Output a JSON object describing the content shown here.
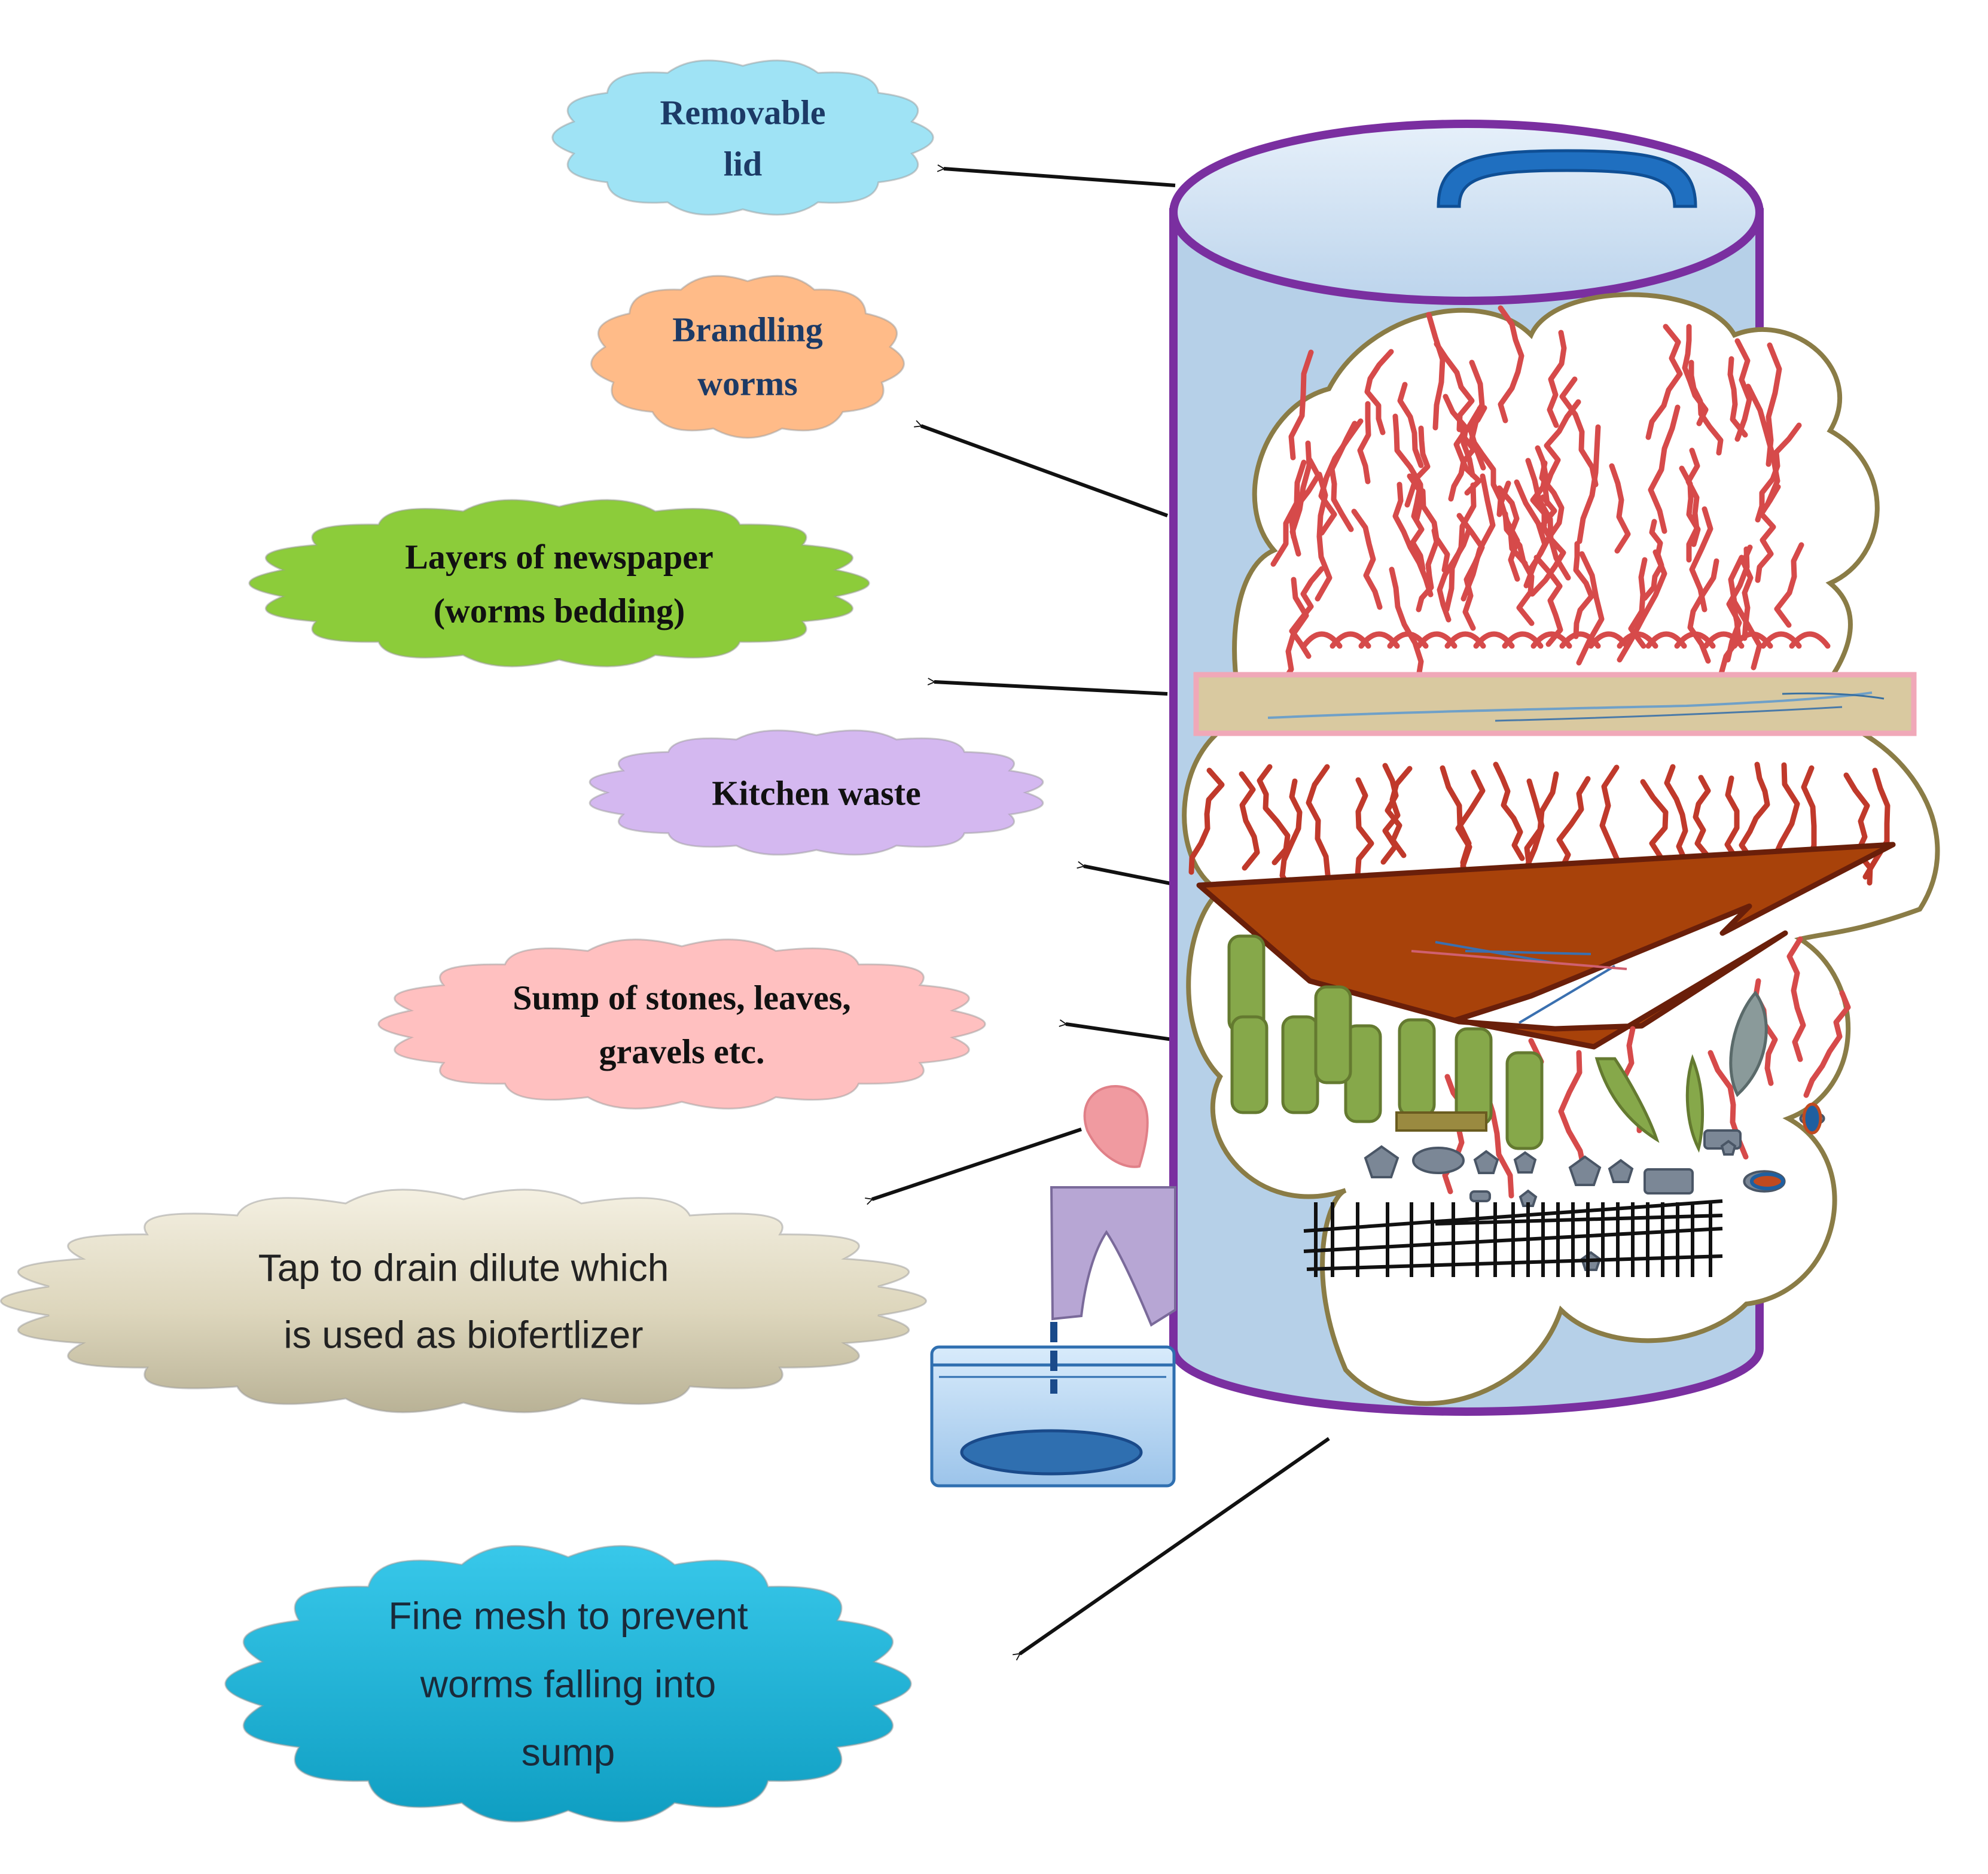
{
  "colors": {
    "bin_outline": "#7a2fa0",
    "bin_fill": "#b6d0e8",
    "lid_fill": "#cfe1f2",
    "handle": "#1f6fc0",
    "worm": "#d64a4a",
    "newspaper": "#d9c9a0",
    "newspaper_border": "#f0a8b8",
    "waste": "#a8420a",
    "leaf": "#86a84a",
    "stone": "#7b8796",
    "mesh": "#111111",
    "arrow": "#111111"
  },
  "labels": [
    {
      "id": "removable-lid",
      "lines": [
        "Removable",
        "lid"
      ],
      "fill": "#9fe3f5",
      "text_color": "#1c3a66",
      "style": "serif",
      "icon": "cloud-shape"
    },
    {
      "id": "brandling-worms",
      "lines": [
        "Brandling",
        "worms"
      ],
      "fill": "#ffbb88",
      "text_color": "#1c3a66",
      "style": "serif",
      "icon": "cloud-shape"
    },
    {
      "id": "newspaper-layers",
      "lines": [
        "Layers of newspaper",
        "(worms bedding)"
      ],
      "fill": "#8ccc3a",
      "text_color": "#111111",
      "style": "serif",
      "icon": "cloud-shape"
    },
    {
      "id": "kitchen-waste",
      "lines": [
        "Kitchen waste"
      ],
      "fill": "#d4b8f0",
      "text_color": "#111111",
      "style": "serif",
      "icon": "cloud-shape"
    },
    {
      "id": "sump",
      "lines": [
        "Sump of stones, leaves,",
        "gravels etc."
      ],
      "fill": "#ffc0c0",
      "text_color": "#111111",
      "style": "serif",
      "icon": "cloud-shape"
    },
    {
      "id": "tap",
      "lines": [
        "Tap to drain dilute which",
        "is  used as biofertlizer"
      ],
      "fill": "#ddd6bc",
      "text_color": "#222222",
      "style": "sans",
      "icon": "cloud-shape"
    },
    {
      "id": "fine-mesh",
      "lines": [
        "Fine mesh to prevent",
        "worms falling into",
        "sump"
      ],
      "fill": "#18b4d8",
      "text_color": "#1a2a3a",
      "style": "sans",
      "icon": "cloud-shape"
    }
  ]
}
